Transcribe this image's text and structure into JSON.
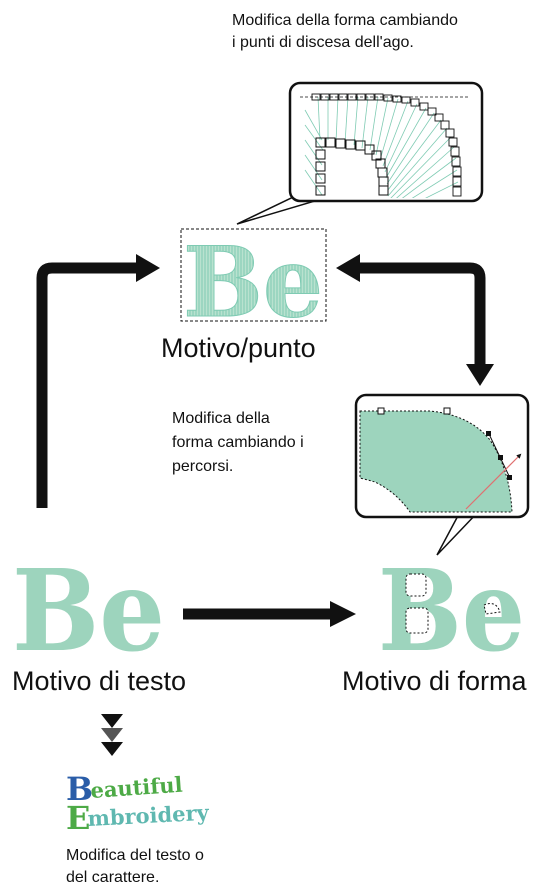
{
  "colors": {
    "mint": "#9dd4bd",
    "mint_light": "#b9e2cf",
    "stitch_line": "#7fcbb3",
    "arrow": "#111111",
    "blue_letter": "#2a5da8",
    "green_letter": "#4daa46",
    "teal_text": "#5fb8b0"
  },
  "captions": {
    "stitch_edit": "Modifica della forma cambiando\ni punti di discesa dell'ago.",
    "path_edit": "Modifica della\nforma cambiando i\npercorsi.",
    "text_edit": "Modifica del testo o\ndel carattere."
  },
  "labels": {
    "stitch_pattern": "Motivo/punto",
    "text_pattern": "Motivo di testo",
    "shape_pattern": "Motivo di forma"
  },
  "sample_glyphs": {
    "be": "Be",
    "logo_line1_cap": "B",
    "logo_line1_rest": "eautiful",
    "logo_line2_cap": "E",
    "logo_line2_rest": "mbroidery"
  },
  "icons": [
    "arrow-right-icon",
    "arrow-left-icon",
    "arrow-down-icon",
    "double-chevron-down-icon"
  ]
}
